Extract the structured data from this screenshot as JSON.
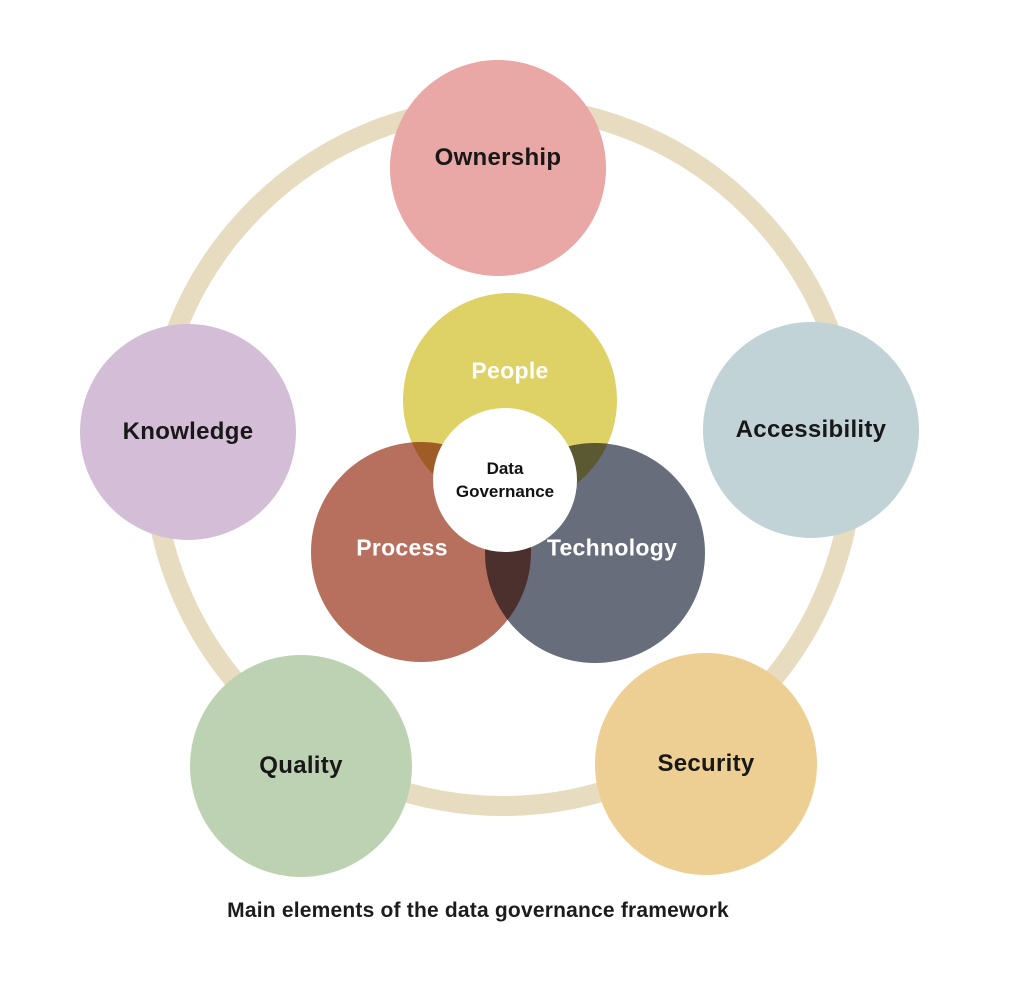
{
  "title": "Main elements of the data governance framework",
  "ring_color": "#e7dcc0",
  "background_color": "#ffffff",
  "outer_circles": [
    {
      "label": "Ownership",
      "color": "#e9a7a5",
      "text_color": "#181818",
      "position": "top"
    },
    {
      "label": "Accessibility",
      "color": "#c1d3d7",
      "text_color": "#181818",
      "position": "right"
    },
    {
      "label": "Security",
      "color": "#edce93",
      "text_color": "#181818",
      "position": "bottom-right"
    },
    {
      "label": "Quality",
      "color": "#bdd2b2",
      "text_color": "#181818",
      "position": "bottom-left"
    },
    {
      "label": "Knowledge",
      "color": "#d4bdd7",
      "text_color": "#181818",
      "position": "left"
    }
  ],
  "venn_circles": [
    {
      "label": "People",
      "color": "#ded165",
      "text_color": "#ffffff"
    },
    {
      "label": "Process",
      "color": "#b8705e",
      "text_color": "#ffffff"
    },
    {
      "label": "Technology",
      "color": "#686d7c",
      "text_color": "#ffffff"
    }
  ],
  "venn_overlap_colors": {
    "people_process": "#a05c25",
    "people_technology": "#5a592f",
    "process_technology": "#4b302e"
  },
  "center": {
    "line1": "Data",
    "line2": "Governance",
    "color": "#ffffff",
    "text_color": "#121212"
  }
}
